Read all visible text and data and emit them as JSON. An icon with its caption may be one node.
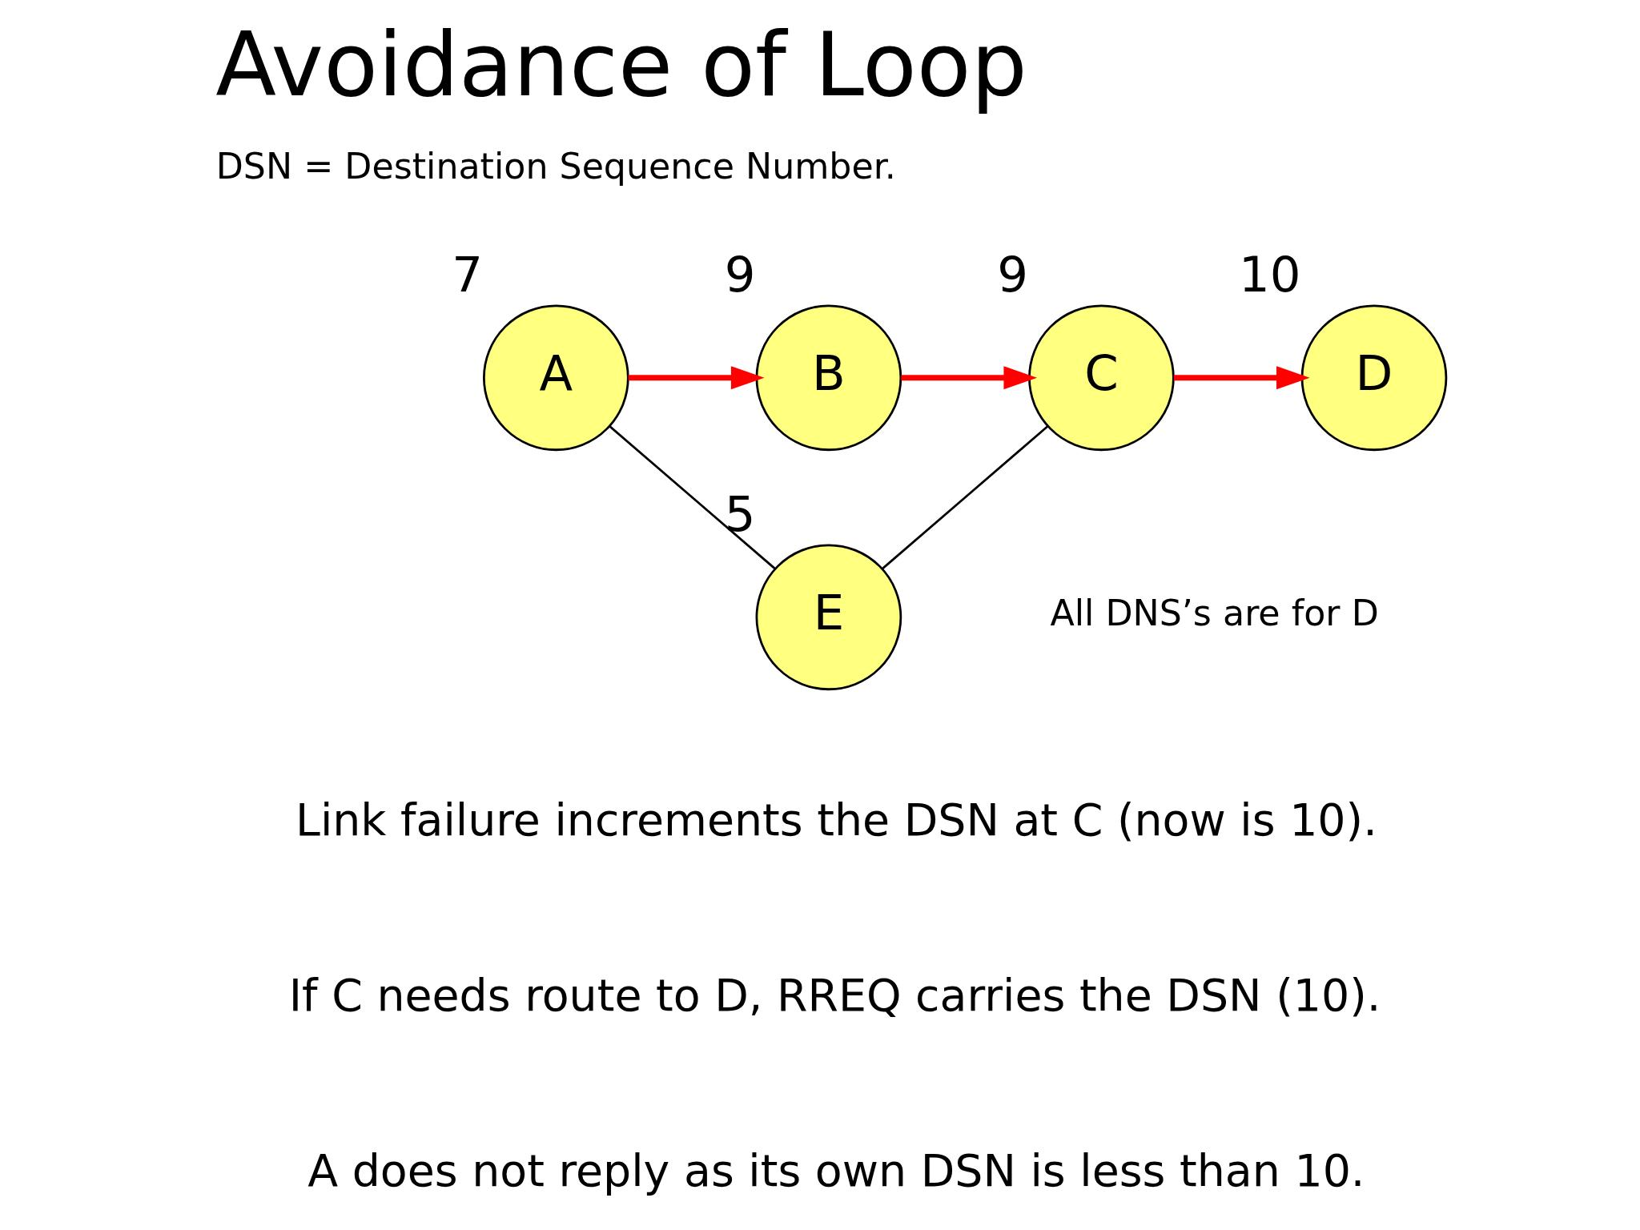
{
  "diagram": {
    "title": "Avoidance of Loop",
    "nodes": [
      {
        "text": [
          "A"
        ],
        "beside": [
          "7"
        ]
      },
      {
        "text": [
          "B"
        ],
        "beside": [
          "9"
        ]
      },
      {
        "text": [
          "C"
        ],
        "beside": [
          "9"
        ]
      },
      {
        "text": [
          "D"
        ],
        "beside": [
          "10"
        ]
      },
      {
        "text": [
          "E"
        ],
        "beside": [
          "5"
        ]
      }
    ],
    "edges": [
      {
        "from": 0,
        "to": 1,
        "arrow": "to"
      },
      {
        "from": 1,
        "to": 2,
        "arrow": "to"
      },
      {
        "from": 2,
        "to": 3,
        "arrow": "to"
      },
      {
        "from": 0,
        "to": 4,
        "arrow": "none",
        "color": "#000000"
      },
      {
        "from": 4,
        "to": 2,
        "arrow": "none",
        "color": "#000000"
      }
    ],
    "labels": [
      "DSN = Destination Sequence Number.",
      "All DNS’s are for D",
      "Link failure increments the DSN at C (now is 10).",
      "If C needs route to D, RREQ carries the DSN (10).",
      "A does not reply as its own DSN is less than 10."
    ]
  }
}
